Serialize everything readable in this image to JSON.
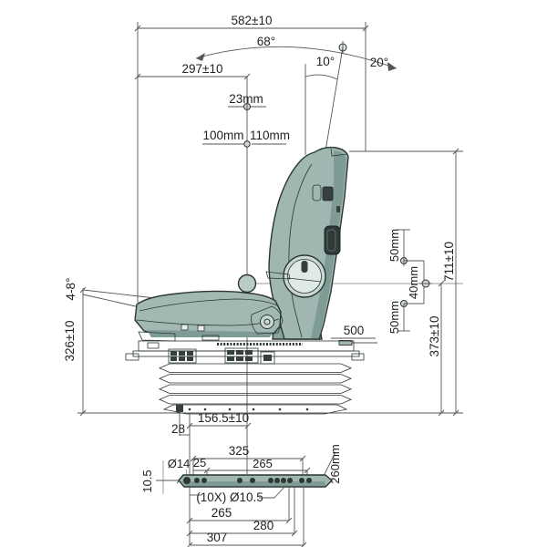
{
  "drawing": {
    "kind": "seat-technical-dimension-drawing",
    "views": [
      "side-view",
      "bottom-view"
    ],
    "colors": {
      "background": "#ffffff",
      "dimension_line": "#555555",
      "outline": "#2c3734",
      "seat_main": "#9fb6b1",
      "seat_mid": "#8aa39e",
      "seat_shadow": "#7f9b96",
      "seat_light": "#d9e4e1",
      "seat_dark": "#36413f"
    },
    "top": {
      "overall_depth": "582±10",
      "recline_forward_angle": "68°",
      "recline_rear_angle": "20°",
      "backrest_tilt_angle": "10°",
      "front_to_center": "297±10",
      "marker_23": "23mm",
      "marker_100": "100mm",
      "marker_110": "110mm"
    },
    "right": {
      "upper_offset": "50mm",
      "middle_offset": "40mm",
      "lower_offset": "50mm",
      "overall_height": "711±10",
      "reference_height": "373±10",
      "slide_label": "500"
    },
    "left": {
      "cushion_angle_range": "4-8°",
      "cushion_height": "326±10"
    },
    "base": {
      "center_offset": "156.5±10",
      "edge_offset": "28"
    },
    "bottom_view": {
      "dim_325": "325",
      "dim_25": "25",
      "dim_265_top": "265",
      "hole_dia_14": "Ø14",
      "dim_10_5": "10.5",
      "plate_depth": "260mm",
      "holes_note": "(10X) Ø10.5",
      "dim_265_bottom": "265",
      "dim_280": "280",
      "dim_307": "307"
    }
  }
}
